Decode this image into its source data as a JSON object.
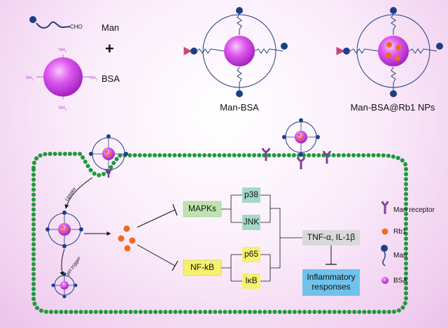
{
  "top": {
    "man_label": "Man",
    "bsa_label": "BSA",
    "aldehyde": "CHO",
    "plus": "+",
    "amine": "NH",
    "amine_sub": "2",
    "man_bsa_label": "Man-BSA",
    "np_label": "Man-BSA@Rb1 NPs"
  },
  "cell": {
    "uptake": "Uptake",
    "ph_trigger": "pH trigger"
  },
  "pathway": {
    "mapks": "MAPKs",
    "nfkb": "NF-kB",
    "p38": "p38",
    "jnk": "JNK",
    "p65": "p65",
    "ikb": "IκB",
    "cytokines": "TNF-α, IL-1β",
    "response_line1": "Inflammatory",
    "response_line2": "responses"
  },
  "legend": {
    "man_receptor": "Man receptor",
    "rb1": "Rb1",
    "man": "Man",
    "bsa": "BSA"
  },
  "colors": {
    "bsa_magenta": "#d54be6",
    "man_navy": "#1c3f86",
    "rb1_orange": "#ef6a1e",
    "receptor_purple": "#7f3f97",
    "membrane_green": "#1f9a3a",
    "green_box": "#bfe3b0",
    "yellow_box": "#f6f06f",
    "teal_box": "#a5d8c8",
    "grey_box": "#d9d9d9",
    "blue_box": "#6fc2ea",
    "arrow_pink": "#d8648a"
  }
}
